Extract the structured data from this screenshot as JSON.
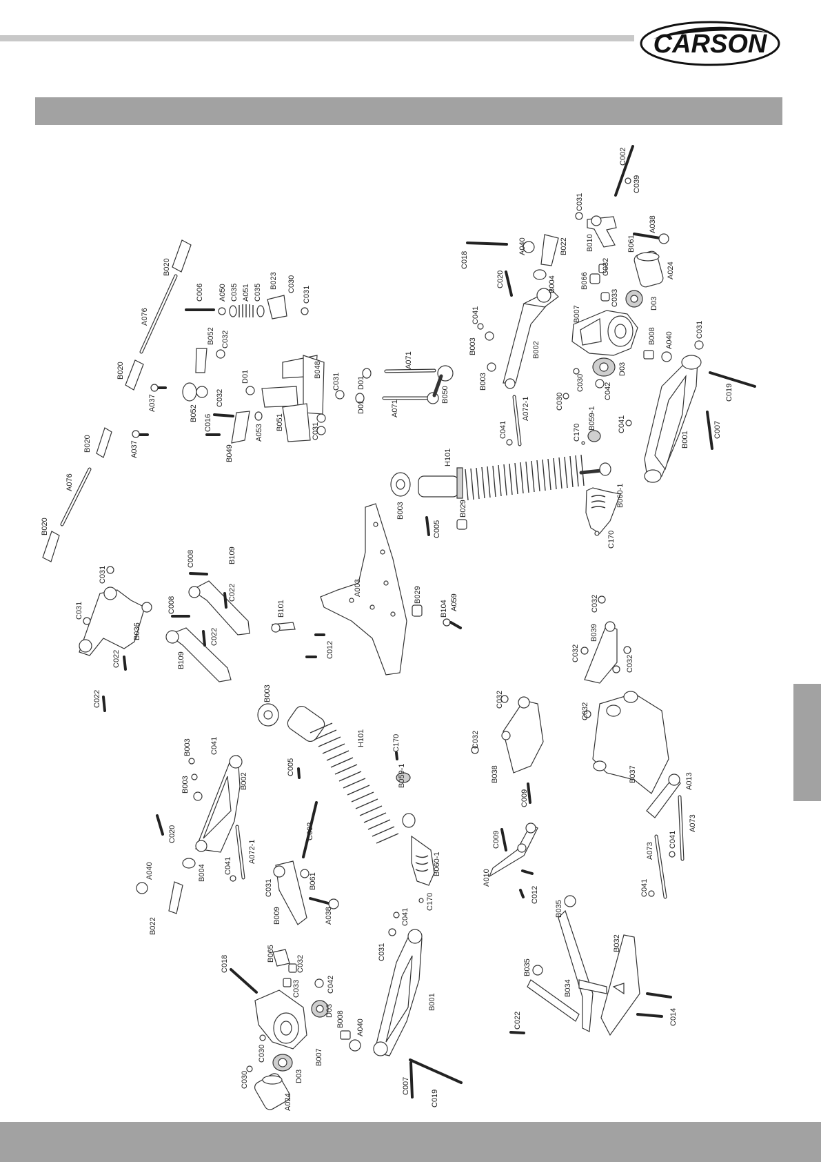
{
  "brand": {
    "logo_text": "CARSON"
  },
  "labels": {
    "C002a": "C002",
    "C039": "C039",
    "C031a": "C031",
    "A038a": "A038",
    "B010a": "B010",
    "B061a": "B061",
    "A024a": "A024",
    "D03a": "D03",
    "B066a": "B066",
    "C032a": "C032",
    "C033a": "C033",
    "B007a": "B007",
    "B008a": "B008",
    "A040a": "A040",
    "C031b": "C031",
    "D03b": "D03",
    "C030a": "C030",
    "C042a": "C042",
    "B001a": "B001",
    "C041a": "C041",
    "C007a": "C007",
    "C019a": "C019",
    "C018a": "C018",
    "A040b": "A040",
    "B022a": "B022",
    "B004a": "B004",
    "C020a": "C020",
    "C041b": "C041",
    "B003a": "B003",
    "B003b": "B003",
    "B002a": "B002",
    "C030b": "C030",
    "A072a": "A072-1",
    "C041c": "C041",
    "C170a": "C170",
    "B059a": "B059-1",
    "B060a": "B060-1",
    "C170b": "C170",
    "H101a": "H101",
    "B003c": "B003",
    "C005a": "C005",
    "B029a": "B029",
    "A071a": "A071",
    "A071b": "A071",
    "D01a": "D01",
    "D01b": "D01",
    "B050a": "B050",
    "B048a": "B048",
    "C031c": "C031",
    "D01c": "D01",
    "B051a": "B051",
    "C031d": "C031",
    "A053a": "A053",
    "B049a": "B049",
    "C016a": "C016",
    "B052a": "B052",
    "C032b": "C032",
    "B052b": "B052",
    "C032c": "C032",
    "C006a": "C006",
    "A050a": "A050",
    "C035a": "C035",
    "A051a": "A051",
    "C035b": "C035",
    "B023a": "B023",
    "C030c": "C030",
    "C031e": "C031",
    "B020a": "B020",
    "A076a": "A076",
    "B020b": "B020",
    "A037a": "A037",
    "A037b": "A037",
    "B020c": "B020",
    "A076b": "A076",
    "B020d": "B020",
    "C031f": "C031",
    "C031g": "C031",
    "B036a": "B036",
    "C022a": "C022",
    "C022b": "C022",
    "C008a": "C008",
    "B109a": "B109",
    "C008b": "C008",
    "C022c": "C022",
    "C022d": "C022",
    "B109b": "B109",
    "A003a": "A003",
    "B101a": "B101",
    "C012a": "C012",
    "B029b": "B029",
    "B104a": "B104",
    "A059a": "A059",
    "C032d": "C032",
    "B039a": "B039",
    "C032e": "C032",
    "C032f": "C032",
    "C032g": "C032",
    "B037a": "B037",
    "A013a": "A013",
    "C032h": "C032",
    "C032i": "C032",
    "B038a": "B038",
    "C009a": "C009",
    "C009b": "C009",
    "A010a": "A010",
    "C012b": "C012",
    "A073a": "A073",
    "C041d": "C041",
    "A073b": "A073",
    "C041e": "C041",
    "B003d": "B003",
    "C041f": "C041",
    "B003e": "B003",
    "B002b": "B002",
    "C020b": "C020",
    "A072b": "A072-1",
    "C041g": "C041",
    "B004b": "B004",
    "A040c": "A040",
    "B022b": "B022",
    "B003f": "B003",
    "H101b": "H101",
    "C170c": "C170",
    "C005b": "C005",
    "B059b": "B059-1",
    "B060b": "B060-1",
    "C170d": "C170",
    "C002b": "C002",
    "C031h": "C031",
    "B061b": "B061",
    "A038b": "A038",
    "B009a": "B009",
    "C018b": "C018",
    "B065a": "B065",
    "C032j": "C032",
    "C033b": "C033",
    "C042b": "C042",
    "D03c": "D03",
    "B008b": "B008",
    "A040d": "A040",
    "C030d": "C030",
    "C030e": "C030",
    "D03d": "D03",
    "B007b": "B007",
    "A024b": "A024",
    "C041h": "C041",
    "C031i": "C031",
    "B001b": "B001",
    "C007b": "C007",
    "C019b": "C019",
    "B035a": "B035",
    "B032a": "B032",
    "B035b": "B035",
    "B034a": "B034",
    "C022e": "C022",
    "C014a": "C014"
  }
}
